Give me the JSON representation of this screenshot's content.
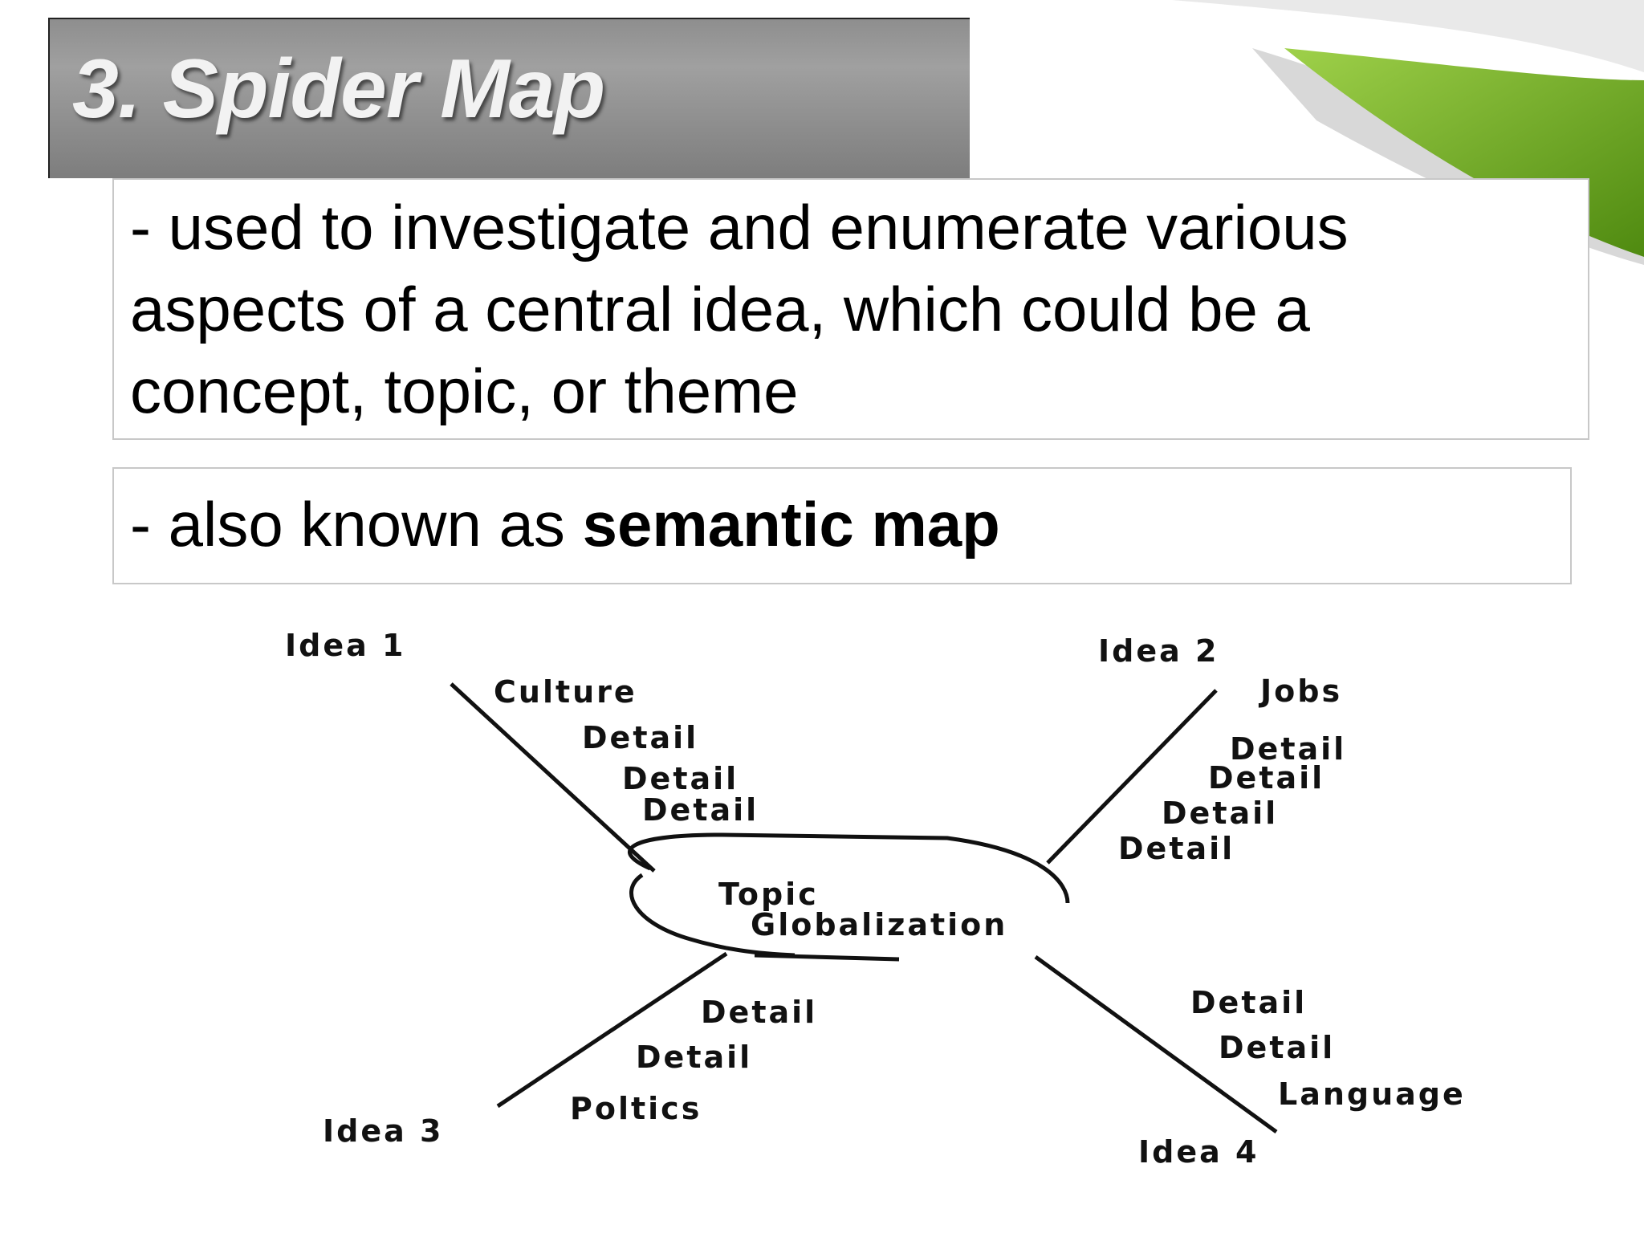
{
  "slide": {
    "title": "3. Spider Map",
    "definition": "- used to investigate and enumerate various aspects of a central idea, which could be a concept, topic, or theme",
    "definition_lines": [
      "- used to investigate and enumerate various",
      "aspects of a central idea, which could be a",
      "concept, topic, or theme"
    ],
    "aka_prefix": "- also known as ",
    "aka_term": "semantic map"
  },
  "diagram": {
    "center": {
      "line1": "Topic",
      "line2": "Globalization"
    },
    "ideas": [
      {
        "label": "Idea 1",
        "subject": "Culture",
        "details": [
          "Detail",
          "Detail",
          "Detail"
        ]
      },
      {
        "label": "Idea 2",
        "subject": "Jobs",
        "details": [
          "Detail",
          "Detail",
          "Detail",
          "Detail"
        ]
      },
      {
        "label": "Idea 3",
        "subject": "Poltics",
        "details": [
          "Detail",
          "Detail"
        ]
      },
      {
        "label": "Idea 4",
        "subject": "Language",
        "details": [
          "Detail",
          "Detail"
        ]
      }
    ]
  },
  "colors": {
    "title_bar": "#8e8e8e",
    "title_text": "#f2f2f2",
    "accent_green": "#6fae1e",
    "box_border": "#c8c8c8"
  }
}
